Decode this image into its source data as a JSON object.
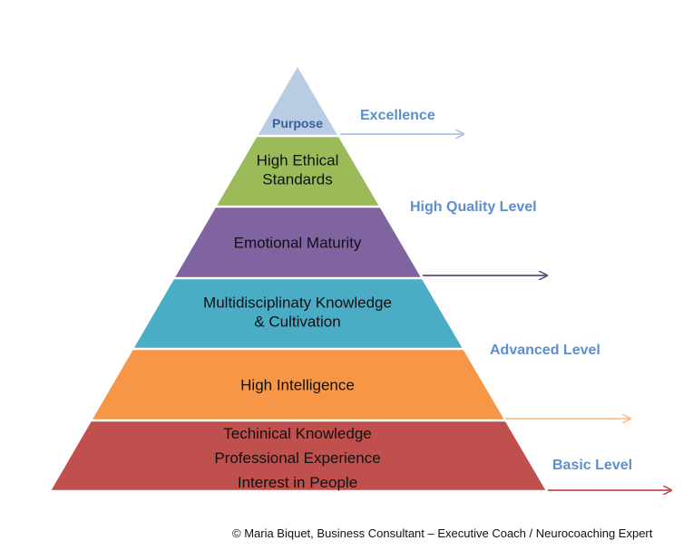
{
  "pyramid": {
    "tiers": [
      {
        "lines": [
          "Purpose"
        ],
        "color": "#b8cce4"
      },
      {
        "lines": [
          "High Ethical",
          "Standards"
        ],
        "color": "#9bbb59"
      },
      {
        "lines": [
          "Emotional Maturity"
        ],
        "color": "#8064a2"
      },
      {
        "lines": [
          "Multidisciplinaty Knowledge",
          "& Cultivation"
        ],
        "color": "#4bacc6"
      },
      {
        "lines": [
          "High Intelligence"
        ],
        "color": "#f79646"
      },
      {
        "lines": [
          "Techinical Knowledge",
          "Professional Experience",
          "Interest in People"
        ],
        "color": "#c0504d"
      }
    ]
  },
  "levels": [
    {
      "label": "Excellence",
      "arrow_color": "#a9c4e6"
    },
    {
      "label": "High Quality Level",
      "arrow_color": "#604a7b"
    },
    {
      "label": "Advanced Level",
      "arrow_color": "#fac090"
    },
    {
      "label": "Basic Level",
      "arrow_color": "#c0504d"
    }
  ],
  "credit": "© Maria Biquet, Business Consultant – Executive Coach / Neurocoaching Expert"
}
